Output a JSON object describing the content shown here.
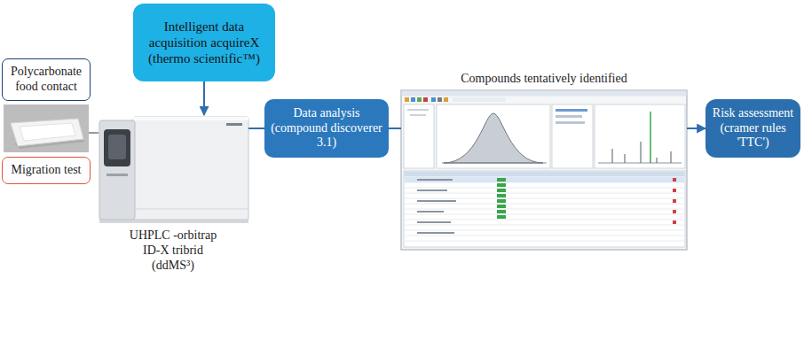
{
  "diagram": {
    "nodes": [
      {
        "text": [
          "Intelligent data acquisition acquireX (thermo scientific™)"
        ]
      },
      {
        "text": [
          "Polycarbonate food contact"
        ]
      },
      {
        "text": [
          "Migration test"
        ]
      },
      {
        "text": [
          "UHPLC -orbitrap ID-X tribrid (ddMS³)"
        ]
      },
      {
        "text": [
          "Data analysis (compound discoverer 3.1)"
        ]
      },
      {
        "text": [
          "Compounds tentatively identified"
        ]
      },
      {
        "text": [
          "Risk assessment (cramer rules 'TTC')"
        ]
      }
    ],
    "edges": [
      {
        "from": 0,
        "to": 3,
        "arrow": "to"
      },
      {
        "from": 3,
        "to": 4,
        "arrow": "none"
      },
      {
        "from": 4,
        "to": 5,
        "arrow": "none"
      },
      {
        "from": 5,
        "to": 6,
        "arrow": "to"
      }
    ]
  }
}
